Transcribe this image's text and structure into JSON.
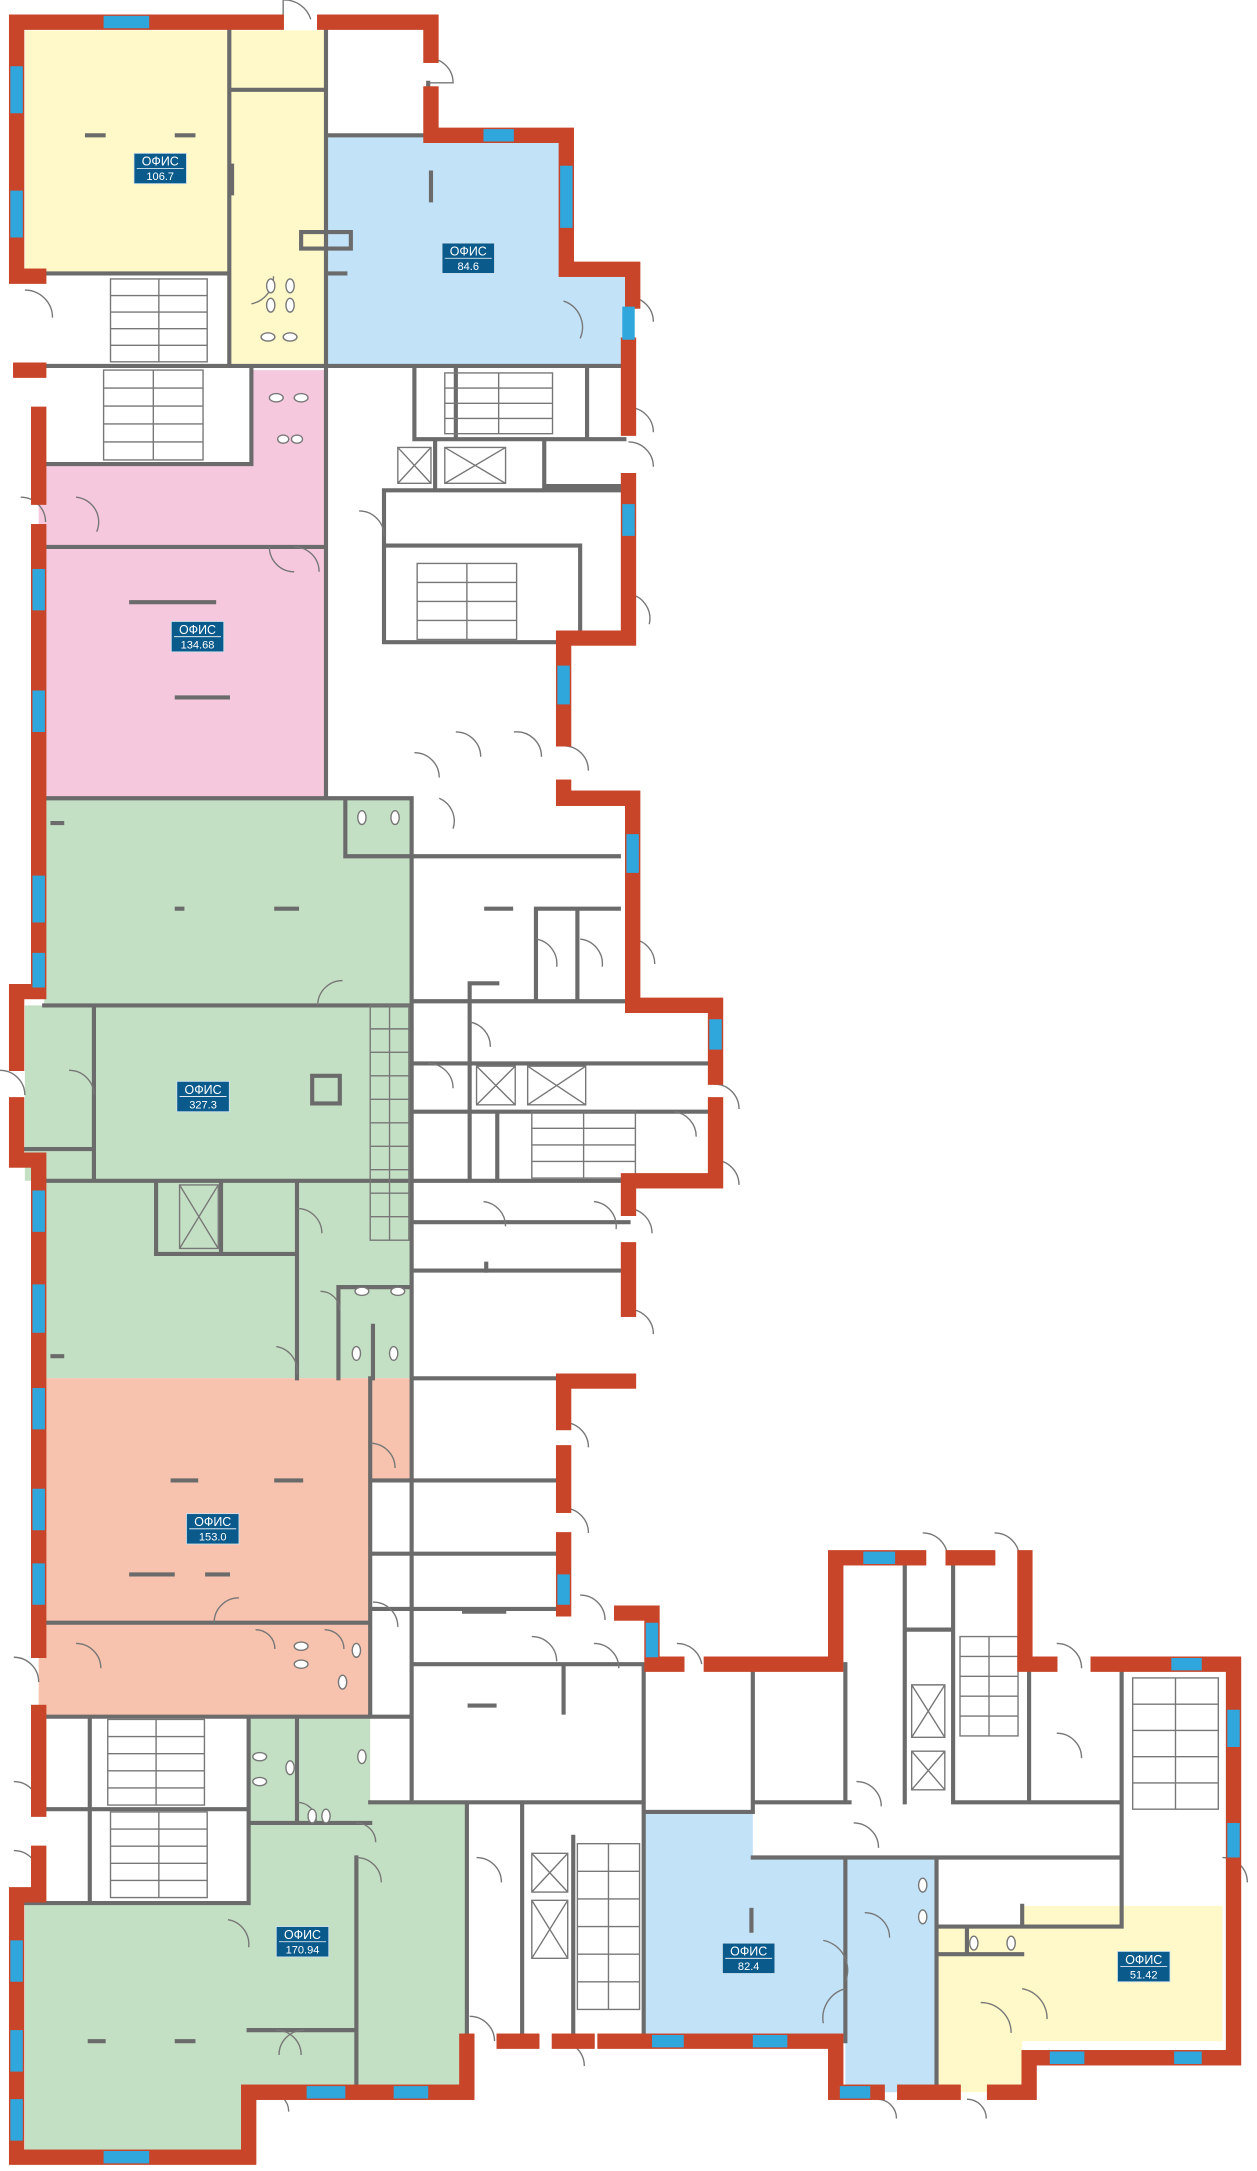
{
  "plan": {
    "colors": {
      "wall": "#6b6b6b",
      "exterior": "#c8452a",
      "exterior_core": "#ffe500",
      "window": "#2fa6dc",
      "label_bg": "#0a5a8c"
    },
    "offices": [
      {
        "label": "ОФИС",
        "area": "106.7",
        "color": "#fff9c9"
      },
      {
        "label": "ОФИС",
        "area": "84.6",
        "color": "#c2e2f7"
      },
      {
        "label": "ОФИС",
        "area": "134.68",
        "color": "#f5c8de"
      },
      {
        "label": "ОФИС",
        "area": "327.3",
        "color": "#c4e0c4"
      },
      {
        "label": "ОФИС",
        "area": "153.0",
        "color": "#f7c3ae"
      },
      {
        "label": "ОФИС",
        "area": "170.94",
        "color": "#c4e0c4"
      },
      {
        "label": "ОФИС",
        "area": "82.4",
        "color": "#c2e2f7"
      },
      {
        "label": "ОФИС",
        "area": "51.42",
        "color": "#fff9c9"
      }
    ]
  }
}
